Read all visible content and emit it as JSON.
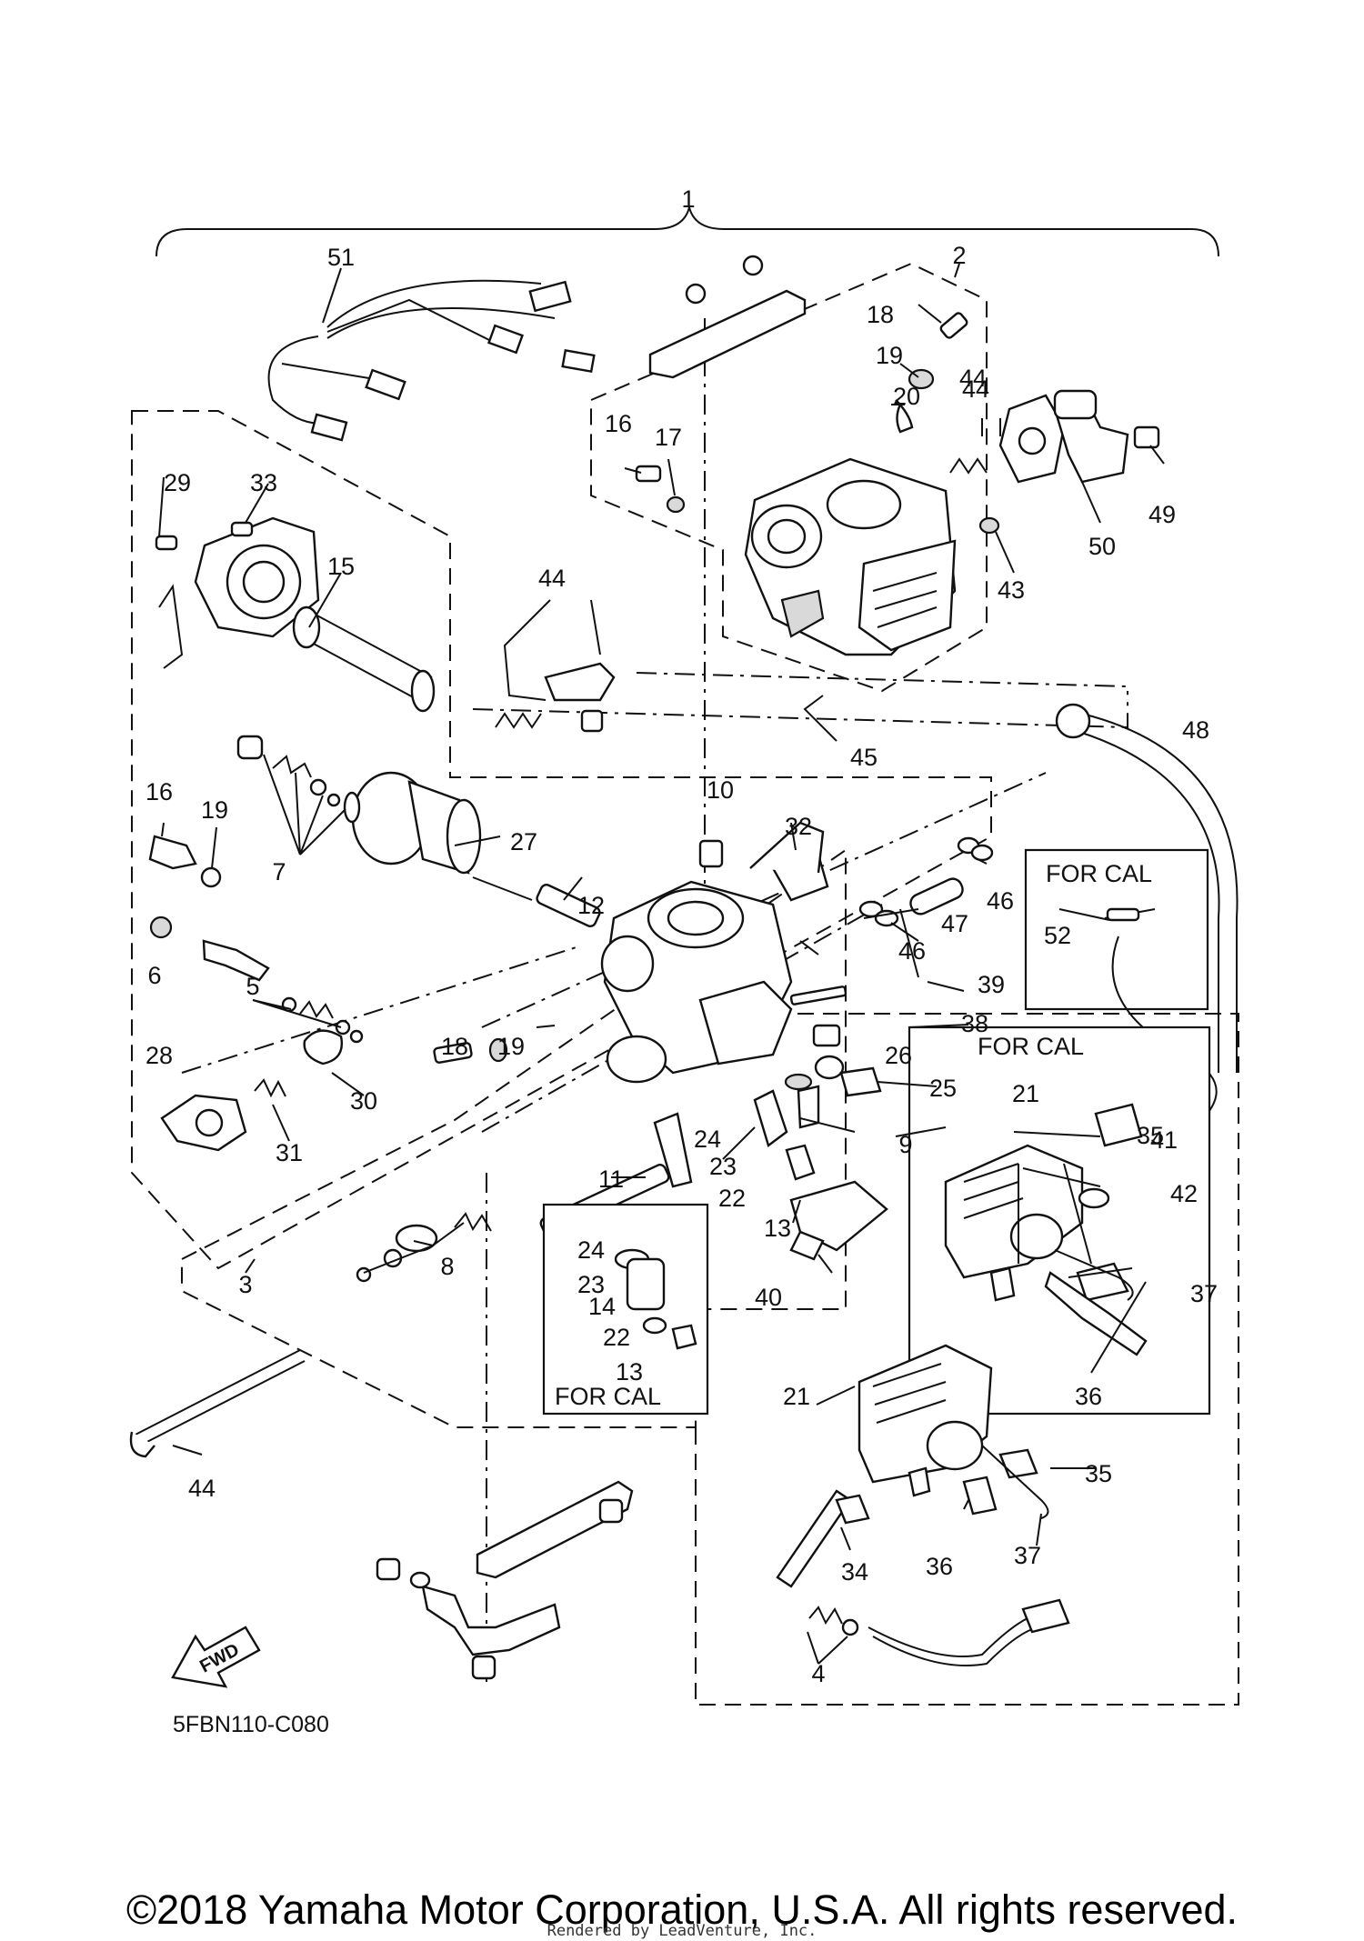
{
  "diagram_code": "5FBN110-C080",
  "copyright": "©2018 Yamaha Motor Corporation, U.S.A. All rights reserved.",
  "rendered_by": "Rendered by LeadVenture, Inc.",
  "fwd_label": "FWD",
  "boxes": [
    "FOR CAL",
    "FOR CAL",
    "FOR CAL"
  ],
  "callouts": [
    "1",
    "2",
    "3",
    "4",
    "5",
    "6",
    "7",
    "8",
    "9",
    "10",
    "11",
    "12",
    "13",
    "13",
    "14",
    "15",
    "16",
    "16",
    "17",
    "18",
    "18",
    "19",
    "19",
    "19",
    "20",
    "21",
    "21",
    "22",
    "22",
    "23",
    "23",
    "24",
    "24",
    "25",
    "26",
    "27",
    "28",
    "29",
    "30",
    "31",
    "32",
    "33",
    "34",
    "35",
    "35",
    "36",
    "36",
    "37",
    "37",
    "38",
    "39",
    "40",
    "41",
    "42",
    "43",
    "44",
    "44",
    "44",
    "44",
    "45",
    "46",
    "46",
    "47",
    "48",
    "49",
    "50",
    "51",
    "52"
  ]
}
